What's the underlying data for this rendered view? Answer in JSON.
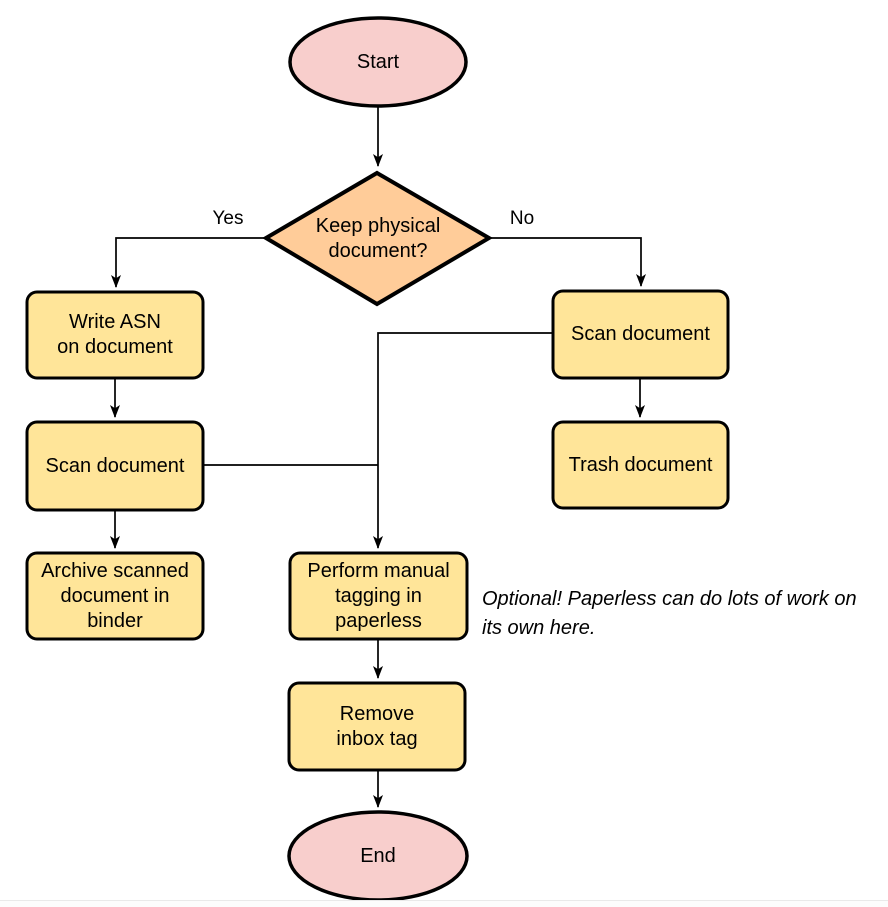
{
  "diagram": {
    "colors": {
      "terminal_fill": "#f8cecc",
      "decision_fill": "#ffcc99",
      "process_fill": "#ffe599",
      "stroke": "#000000",
      "footer_line": "#e9e9e9"
    },
    "nodes": {
      "start": {
        "label": "Start"
      },
      "decision": {
        "label": "Keep physical\ndocument?"
      },
      "write_asn": {
        "label": "Write ASN\non document"
      },
      "scan_left": {
        "label": "Scan document"
      },
      "archive": {
        "label": "Archive scanned\ndocument in\nbinder"
      },
      "scan_right": {
        "label": "Scan document"
      },
      "trash": {
        "label": "Trash document"
      },
      "perform_tagging": {
        "label": "Perform manual\ntagging in\npaperless"
      },
      "remove_inbox": {
        "label": "Remove\ninbox tag"
      },
      "end": {
        "label": "End"
      }
    },
    "edge_labels": {
      "yes": "Yes",
      "no": "No"
    },
    "note": "Optional! Paperless can do lots of work on\nits own here."
  }
}
